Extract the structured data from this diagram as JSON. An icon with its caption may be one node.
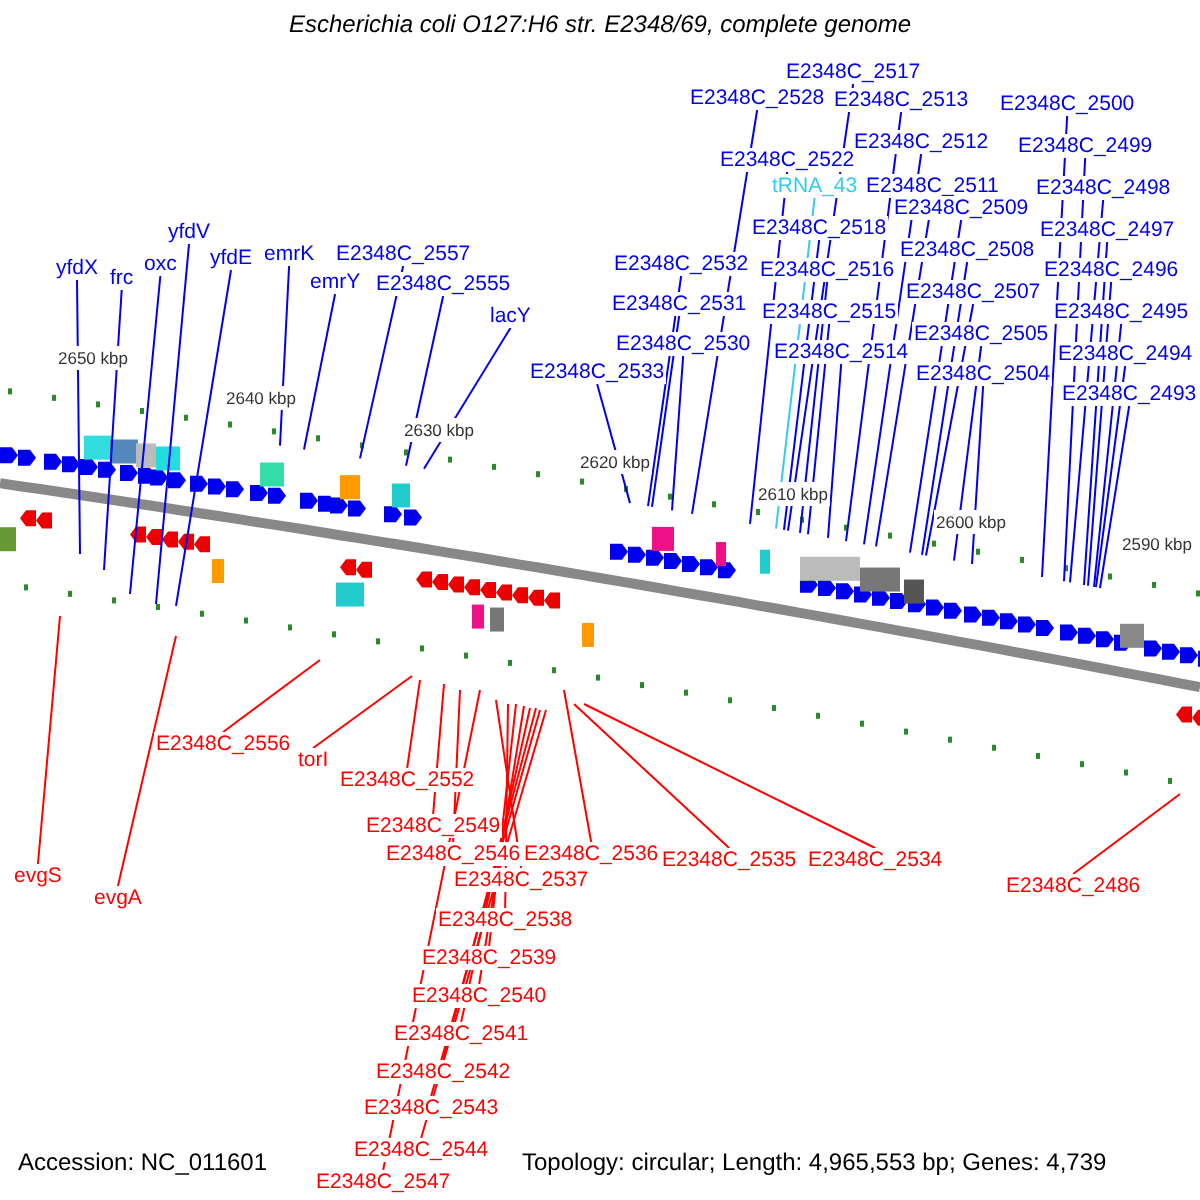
{
  "diagram": {
    "title": "Escherichia coli O127:H6 str. E2348/69, complete genome",
    "nodes": [
      {
        "text": [
          "yfdX"
        ]
      },
      {
        "text": [
          "frc"
        ]
      },
      {
        "text": [
          "oxc"
        ]
      },
      {
        "text": [
          "yfdV"
        ]
      },
      {
        "text": [
          "yfdE"
        ]
      },
      {
        "text": [
          "emrK"
        ]
      },
      {
        "text": [
          "emrY"
        ]
      },
      {
        "text": [
          "E2348C_2557"
        ]
      },
      {
        "text": [
          "E2348C_2555"
        ]
      },
      {
        "text": [
          "lacY"
        ]
      },
      {
        "text": [
          "E2348C_2533"
        ]
      },
      {
        "text": [
          "E2348C_2532"
        ]
      },
      {
        "text": [
          "E2348C_2531"
        ]
      },
      {
        "text": [
          "E2348C_2530"
        ]
      },
      {
        "text": [
          "E2348C_2528"
        ]
      },
      {
        "text": [
          "E2348C_2522"
        ]
      },
      {
        "text": [
          "tRNA_43"
        ]
      },
      {
        "text": [
          "E2348C_2518"
        ]
      },
      {
        "text": [
          "E2348C_2517"
        ]
      },
      {
        "text": [
          "E2348C_2516"
        ]
      },
      {
        "text": [
          "E2348C_2515"
        ]
      },
      {
        "text": [
          "E2348C_2514"
        ]
      },
      {
        "text": [
          "E2348C_2513"
        ]
      },
      {
        "text": [
          "E2348C_2512"
        ]
      },
      {
        "text": [
          "E2348C_2511"
        ]
      },
      {
        "text": [
          "E2348C_2509"
        ]
      },
      {
        "text": [
          "E2348C_2508"
        ]
      },
      {
        "text": [
          "E2348C_2507"
        ]
      },
      {
        "text": [
          "E2348C_2505"
        ]
      },
      {
        "text": [
          "E2348C_2504"
        ]
      },
      {
        "text": [
          "E2348C_2500"
        ]
      },
      {
        "text": [
          "E2348C_2499"
        ]
      },
      {
        "text": [
          "E2348C_2498"
        ]
      },
      {
        "text": [
          "E2348C_2497"
        ]
      },
      {
        "text": [
          "E2348C_2496"
        ]
      },
      {
        "text": [
          "E2348C_2495"
        ]
      },
      {
        "text": [
          "E2348C_2494"
        ]
      },
      {
        "text": [
          "E2348C_2493"
        ]
      },
      {
        "text": [
          "evgS"
        ]
      },
      {
        "text": [
          "evgA"
        ]
      },
      {
        "text": [
          "E2348C_2556"
        ]
      },
      {
        "text": [
          "torI"
        ]
      },
      {
        "text": [
          "E2348C_2552"
        ]
      },
      {
        "text": [
          "E2348C_2549"
        ]
      },
      {
        "text": [
          "E2348C_2546"
        ]
      },
      {
        "text": [
          "E2348C_2537"
        ]
      },
      {
        "text": [
          "E2348C_2538"
        ]
      },
      {
        "text": [
          "E2348C_2539"
        ]
      },
      {
        "text": [
          "E2348C_2540"
        ]
      },
      {
        "text": [
          "E2348C_2541"
        ]
      },
      {
        "text": [
          "E2348C_2542"
        ]
      },
      {
        "text": [
          "E2348C_2543"
        ]
      },
      {
        "text": [
          "E2348C_2544"
        ]
      },
      {
        "text": [
          "E2348C_2547"
        ]
      },
      {
        "text": [
          "E2348C_2536"
        ]
      },
      {
        "text": [
          "E2348C_2535"
        ]
      },
      {
        "text": [
          "E2348C_2534"
        ]
      },
      {
        "text": [
          "E2348C_2486"
        ]
      }
    ],
    "edges": [
      {
        "from": 0,
        "to": null,
        "arrow": "none"
      },
      {
        "from": 1,
        "to": null,
        "arrow": "none"
      },
      {
        "from": 2,
        "to": null,
        "arrow": "none"
      },
      {
        "from": 3,
        "to": null,
        "arrow": "none"
      },
      {
        "from": 4,
        "to": null,
        "arrow": "none"
      },
      {
        "from": 5,
        "to": null,
        "arrow": "none"
      },
      {
        "from": 6,
        "to": null,
        "arrow": "none"
      },
      {
        "from": 7,
        "to": null,
        "arrow": "none"
      },
      {
        "from": 8,
        "to": null,
        "arrow": "none"
      },
      {
        "from": 9,
        "to": null,
        "arrow": "none"
      },
      {
        "from": 10,
        "to": null,
        "arrow": "none"
      },
      {
        "from": 11,
        "to": null,
        "arrow": "none"
      },
      {
        "from": 12,
        "to": null,
        "arrow": "none"
      },
      {
        "from": 13,
        "to": null,
        "arrow": "none"
      },
      {
        "from": 14,
        "to": null,
        "arrow": "none"
      },
      {
        "from": 15,
        "to": null,
        "arrow": "none"
      },
      {
        "from": 16,
        "to": null,
        "arrow": "none",
        "color": "#33ccee"
      },
      {
        "from": 17,
        "to": null,
        "arrow": "none"
      },
      {
        "from": 18,
        "to": null,
        "arrow": "none"
      },
      {
        "from": 19,
        "to": null,
        "arrow": "none"
      },
      {
        "from": 20,
        "to": null,
        "arrow": "none"
      },
      {
        "from": 21,
        "to": null,
        "arrow": "none"
      },
      {
        "from": 22,
        "to": null,
        "arrow": "none"
      },
      {
        "from": 23,
        "to": null,
        "arrow": "none"
      },
      {
        "from": 24,
        "to": null,
        "arrow": "none"
      },
      {
        "from": 25,
        "to": null,
        "arrow": "none"
      },
      {
        "from": 26,
        "to": null,
        "arrow": "none"
      },
      {
        "from": 27,
        "to": null,
        "arrow": "none"
      },
      {
        "from": 28,
        "to": null,
        "arrow": "none"
      },
      {
        "from": 29,
        "to": null,
        "arrow": "none"
      },
      {
        "from": 30,
        "to": null,
        "arrow": "none"
      },
      {
        "from": 31,
        "to": null,
        "arrow": "none"
      },
      {
        "from": 32,
        "to": null,
        "arrow": "none"
      },
      {
        "from": 33,
        "to": null,
        "arrow": "none"
      },
      {
        "from": 34,
        "to": null,
        "arrow": "none"
      },
      {
        "from": 35,
        "to": null,
        "arrow": "none"
      },
      {
        "from": 36,
        "to": null,
        "arrow": "none"
      },
      {
        "from": 37,
        "to": null,
        "arrow": "none"
      },
      {
        "from": 38,
        "to": null,
        "arrow": "none",
        "color": "#ff0000"
      },
      {
        "from": 39,
        "to": null,
        "arrow": "none",
        "color": "#ff0000"
      },
      {
        "from": 40,
        "to": null,
        "arrow": "none",
        "color": "#ff0000"
      },
      {
        "from": 41,
        "to": null,
        "arrow": "none",
        "color": "#ff0000"
      },
      {
        "from": 42,
        "to": null,
        "arrow": "none",
        "color": "#ff0000"
      },
      {
        "from": 43,
        "to": null,
        "arrow": "none",
        "color": "#ff0000"
      },
      {
        "from": 44,
        "to": null,
        "arrow": "none",
        "color": "#ff0000"
      },
      {
        "from": 45,
        "to": null,
        "arrow": "none",
        "color": "#ff0000"
      },
      {
        "from": 46,
        "to": null,
        "arrow": "none",
        "color": "#ff0000"
      },
      {
        "from": 47,
        "to": null,
        "arrow": "none",
        "color": "#ff0000"
      },
      {
        "from": 48,
        "to": null,
        "arrow": "none",
        "color": "#ff0000"
      },
      {
        "from": 49,
        "to": null,
        "arrow": "none",
        "color": "#ff0000"
      },
      {
        "from": 50,
        "to": null,
        "arrow": "none",
        "color": "#ff0000"
      },
      {
        "from": 51,
        "to": null,
        "arrow": "none",
        "color": "#ff0000"
      },
      {
        "from": 52,
        "to": null,
        "arrow": "none",
        "color": "#ff0000"
      },
      {
        "from": 53,
        "to": null,
        "arrow": "none",
        "color": "#ff0000"
      },
      {
        "from": 54,
        "to": null,
        "arrow": "none",
        "color": "#ff0000"
      },
      {
        "from": 55,
        "to": null,
        "arrow": "none",
        "color": "#ff0000"
      },
      {
        "from": 56,
        "to": null,
        "arrow": "none",
        "color": "#ff0000"
      },
      {
        "from": 57,
        "to": null,
        "arrow": "none",
        "color": "#ff0000"
      }
    ],
    "labels": [
      "2650 kbp",
      "2640 kbp",
      "2630 kbp",
      "2620 kbp",
      "2610 kbp",
      "2600 kbp",
      "2590 kbp",
      "Accession: NC_011601",
      "Topology: circular; Length: 4,965,553 bp; Genes: 4,739"
    ]
  }
}
